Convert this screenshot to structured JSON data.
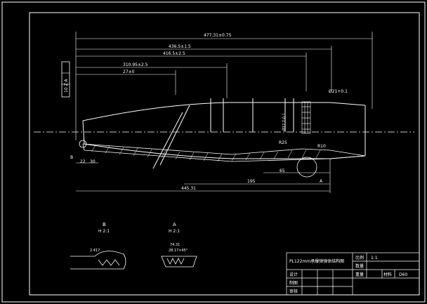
{
  "colors": {
    "background": "#000000",
    "line": "#ffffff",
    "hatch": "#ffffff"
  },
  "dimensions": {
    "d1": "477.31±0.75",
    "d2": "436.5±1.5",
    "d3": "416.5±2.5",
    "d4": "310.95±2.5",
    "d5": "27±0",
    "bottom_main": "445.31",
    "bottom_195": "195",
    "bottom_65": "65",
    "left_22": "22",
    "left_30": "30",
    "r25": "R25",
    "r10": "R10",
    "d6": "Ø21+0.1",
    "d7": "Ø12.7-0.1"
  },
  "labels": {
    "tolerance_box": "10 Z A",
    "view_b": "B",
    "view_b_sub": "H 2:1",
    "view_a": "A",
    "view_a_sub": "H 2:1",
    "arrow_b": "B",
    "arrow_a": "A",
    "view_a_dims1": "74.31",
    "view_a_dims2": "28.17×45°",
    "view_b_dim": "2.417"
  },
  "title_block": {
    "title": "PL122mm承爆弹弹体结构图",
    "scale_label": "比例",
    "scale_value": "1:1",
    "quantity_label": "数量",
    "weight_label": "重量",
    "material_label": "材料",
    "material_value": "D60",
    "design_label": "设计",
    "draw_label": "制图",
    "review_label": "审核"
  }
}
